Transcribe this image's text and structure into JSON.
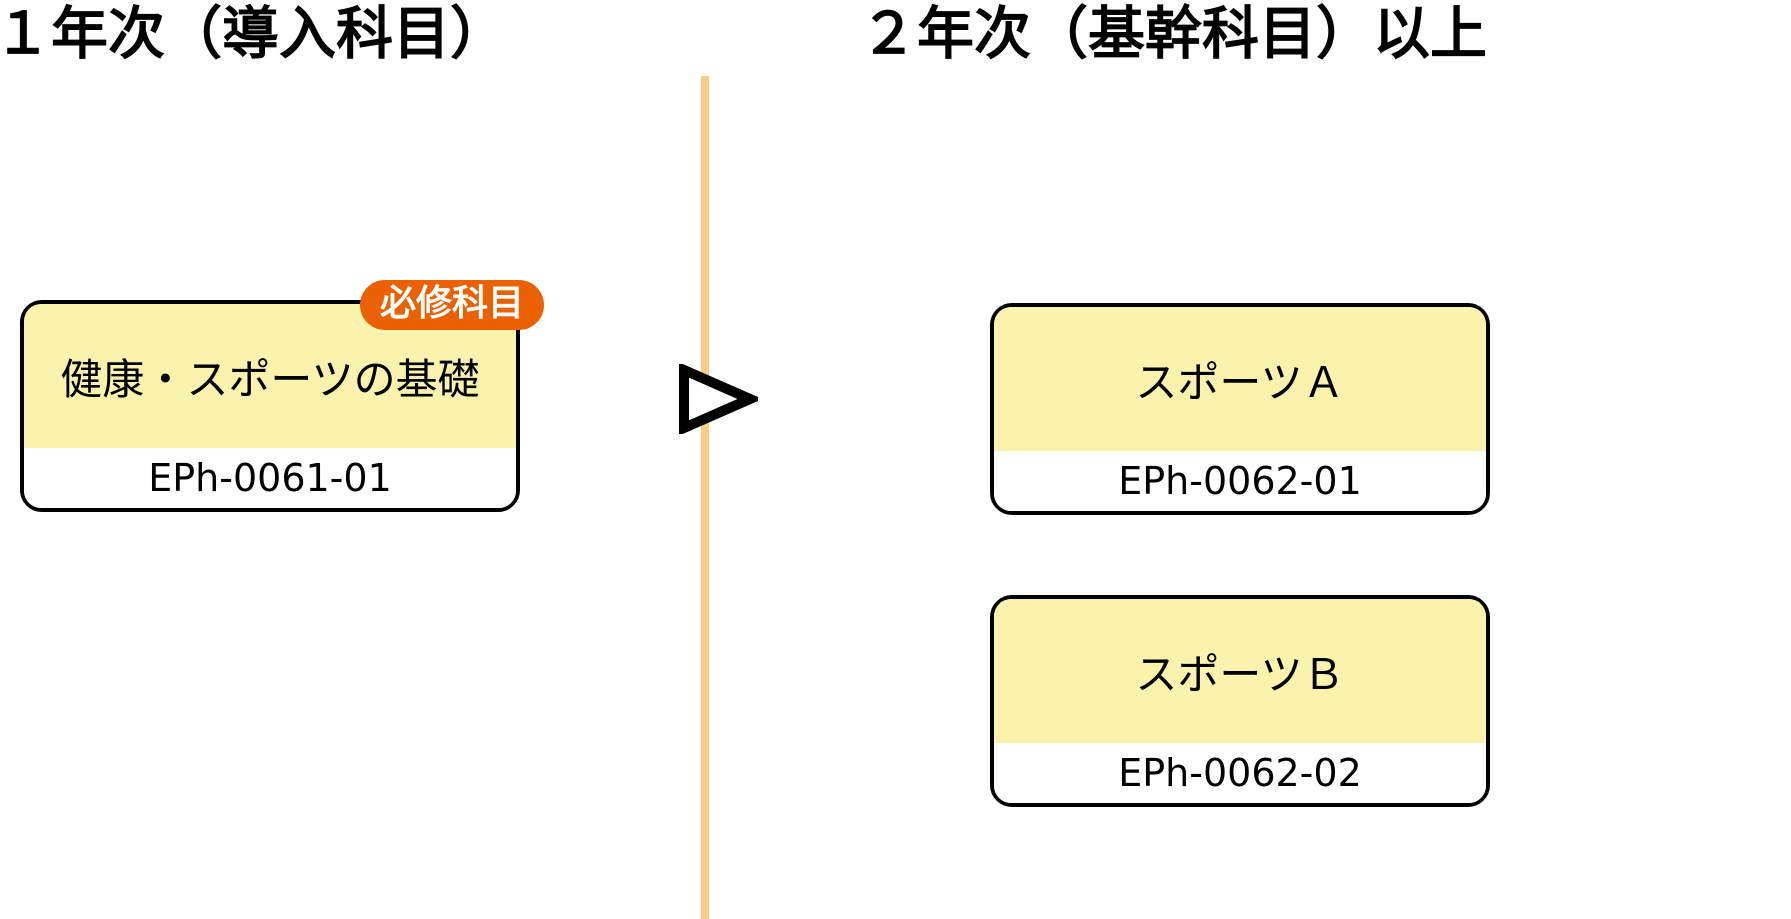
{
  "headers": {
    "left": "１年次（導入科目）",
    "right": "２年次（基幹科目）以上"
  },
  "badge": {
    "label": "必修科目"
  },
  "left_column": {
    "card": {
      "title": "健康・スポーツの基礎",
      "code": "EPh-0061-01"
    }
  },
  "right_column": {
    "cards": [
      {
        "title": "スポーツＡ",
        "code": "EPh-0062-01"
      },
      {
        "title": "スポーツＢ",
        "code": "EPh-0062-02"
      }
    ]
  },
  "icons": {
    "flow_arrow": "right-pointing-triangle-outline"
  },
  "colors": {
    "card-fill": "#F9F3AD",
    "divider": "#FBCC82",
    "badge-bg": "#EB6100",
    "border": "#000000"
  }
}
